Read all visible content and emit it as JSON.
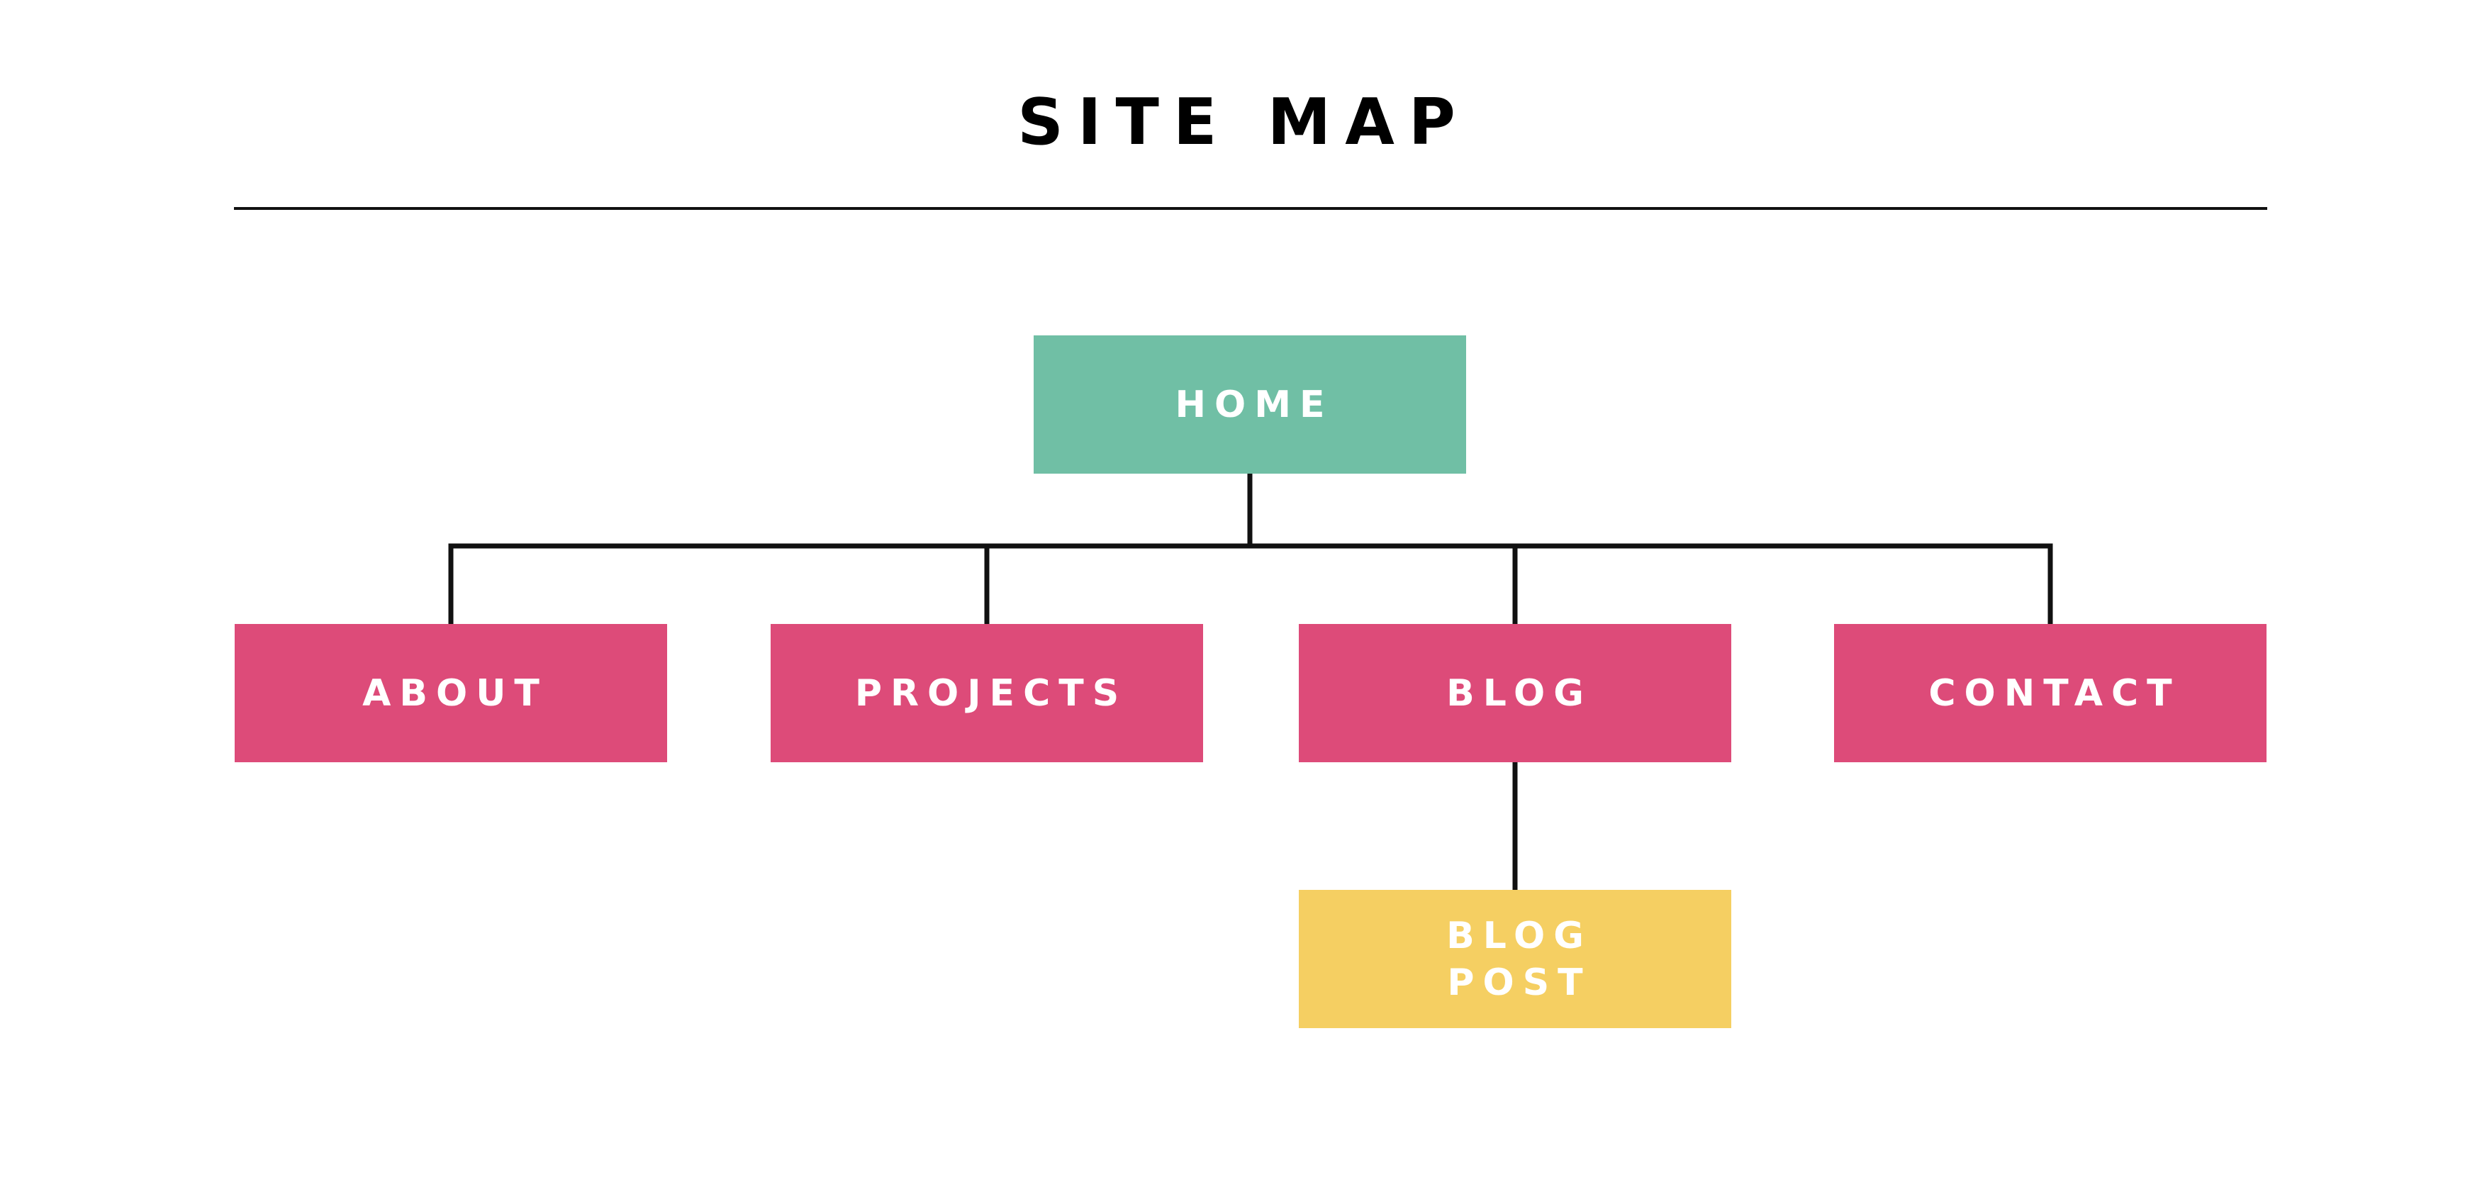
{
  "title": "SITE MAP",
  "colors": {
    "home": "#70bfa5",
    "section": "#dd4b79",
    "subpage": "#f5cf62",
    "line": "#111111",
    "node_text": "#ffffff"
  },
  "nodes": {
    "home": {
      "label": "HOME"
    },
    "about": {
      "label": "ABOUT"
    },
    "projects": {
      "label": "PROJECTS"
    },
    "blog": {
      "label": "BLOG"
    },
    "contact": {
      "label": "CONTACT"
    },
    "blog_post": {
      "label_line1": "BLOG",
      "label_line2": "POST"
    }
  },
  "edges": [
    {
      "from": "home",
      "to": "about"
    },
    {
      "from": "home",
      "to": "projects"
    },
    {
      "from": "home",
      "to": "blog"
    },
    {
      "from": "home",
      "to": "contact"
    },
    {
      "from": "blog",
      "to": "blog_post"
    }
  ]
}
